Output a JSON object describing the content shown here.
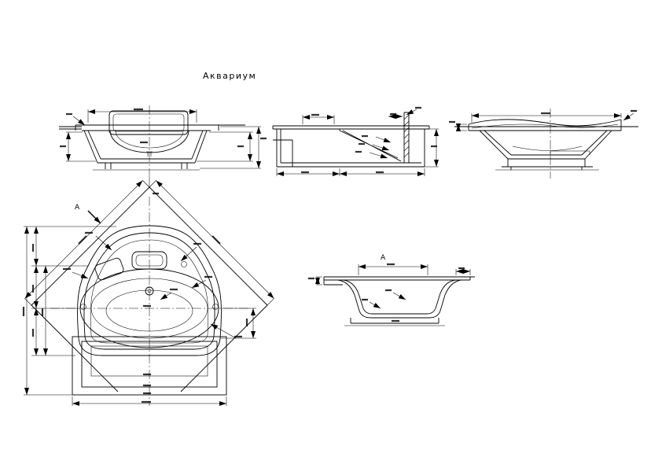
{
  "drawing": {
    "title": "Аквариум",
    "section_cut_label": "А",
    "section_view_label": "А"
  },
  "colors": {
    "ink": "#000000",
    "paper": "#ffffff"
  }
}
